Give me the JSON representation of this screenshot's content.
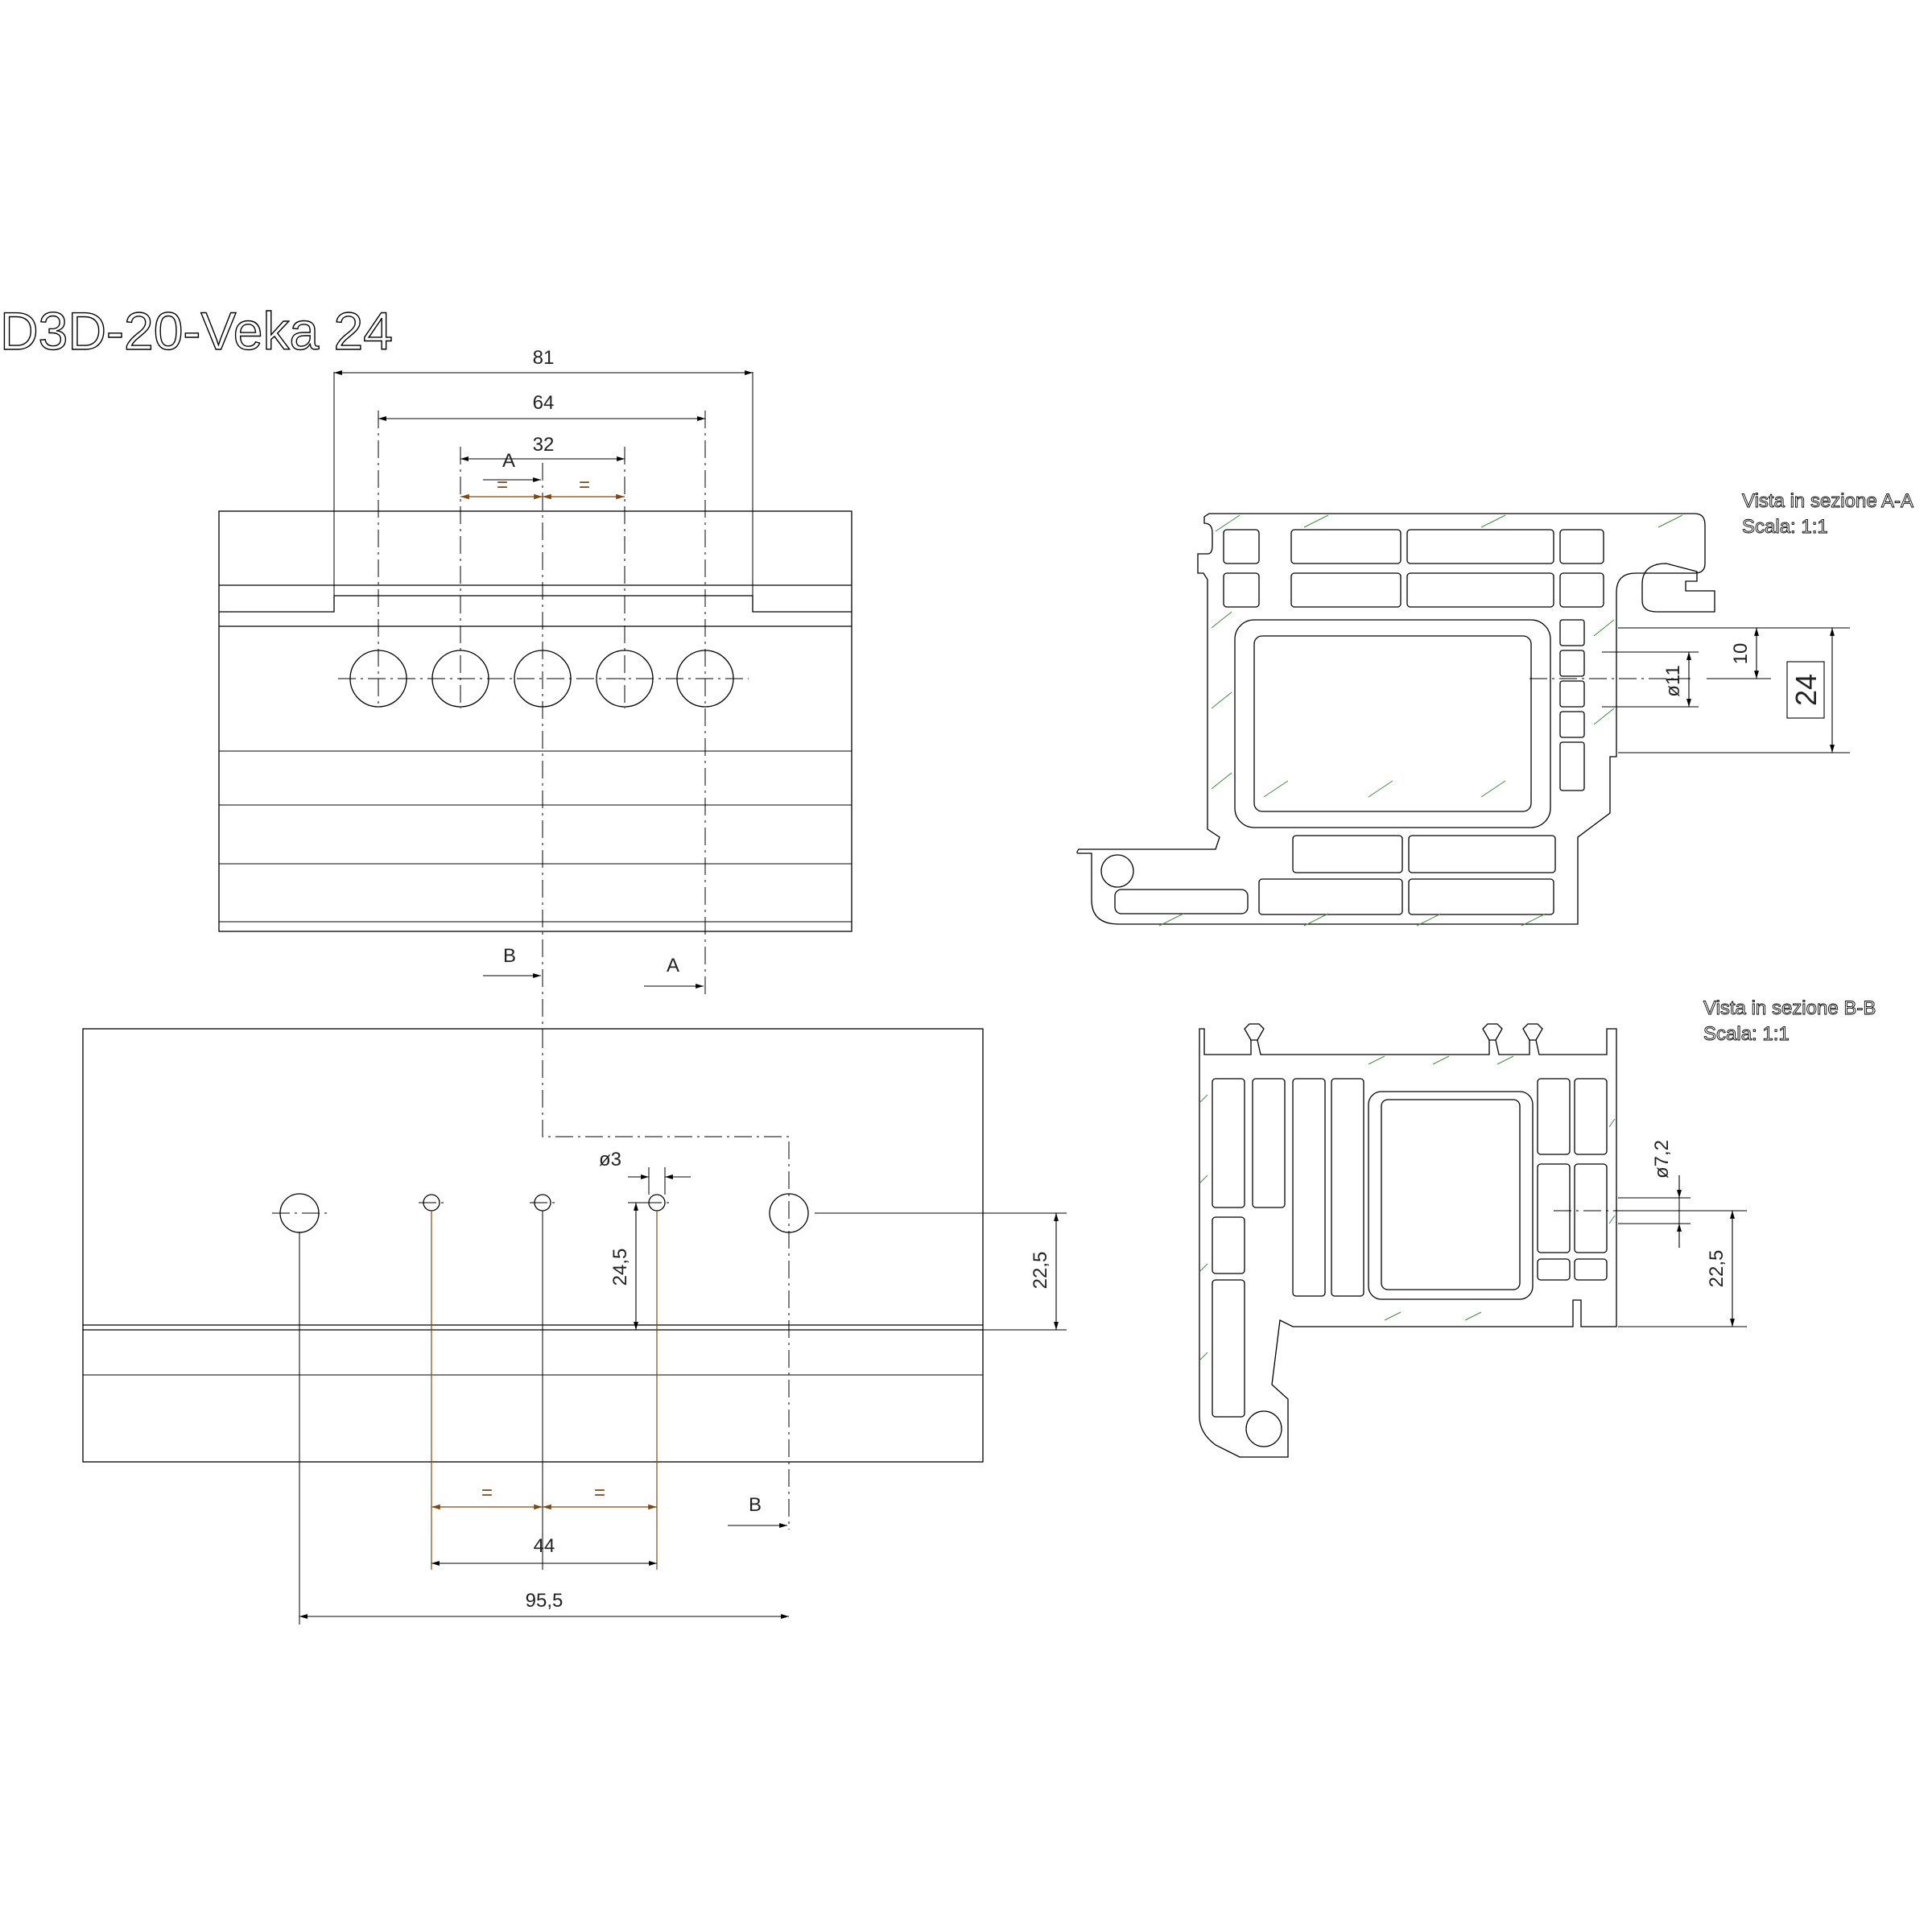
{
  "title": "D3D-20-Veka 24",
  "section_a": {
    "title": "Vista in sezione A-A",
    "scale": "Scala:  1:1"
  },
  "section_b": {
    "title": "Vista in sezione B-B",
    "scale": "Scala:  1:1"
  },
  "top_view": {
    "dim_81": "81",
    "dim_64": "64",
    "dim_32": "32",
    "eq_left": "=",
    "eq_right": "=",
    "marker_a_top": "A",
    "marker_b": "B",
    "marker_a_bottom": "A"
  },
  "bottom_view": {
    "dim_dia3": "ø3",
    "dim_24_5": "24,5",
    "dim_22_5": "22,5",
    "eq_left": "=",
    "eq_right": "=",
    "dim_44": "44",
    "dim_95_5": "95,5",
    "marker_b": "B"
  },
  "section_a_dims": {
    "dim_10": "10",
    "dim_dia11": "ø11",
    "dim_24": "24"
  },
  "section_b_dims": {
    "dim_dia7_2": "ø7,2",
    "dim_22_5": "22,5"
  },
  "colors": {
    "hatch": "#3f8a3f",
    "equal_marks": "#7a4a14",
    "lines": "#000000"
  }
}
